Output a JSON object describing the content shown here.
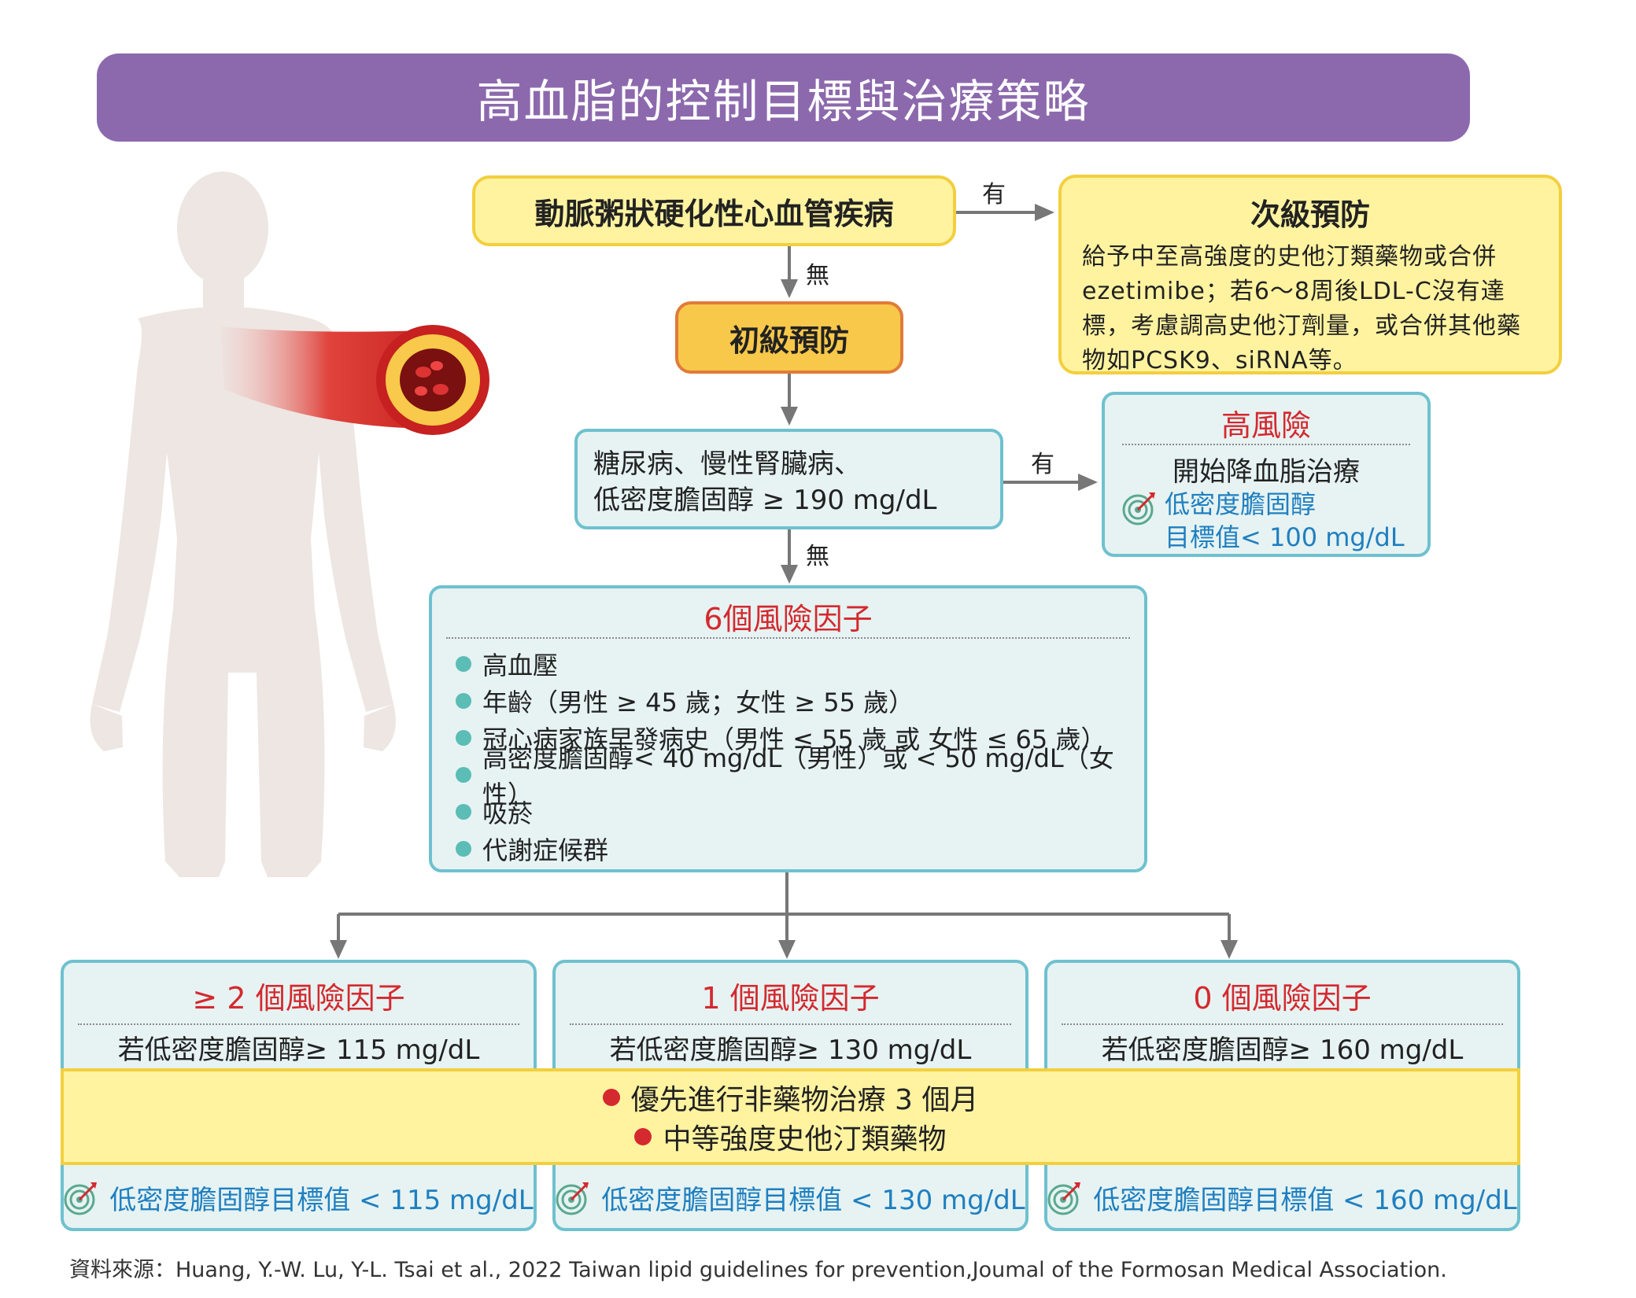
{
  "title": "高血脂的控制目標與治療策略",
  "ascvd_box": "動脈粥狀硬化性心血管疾病",
  "yes_label_1": "有",
  "no_label_1": "無",
  "secondary": {
    "title": "次級預防",
    "text": "給予中至高強度的史他汀類藥物或合併ezetimibe；若6～8周後LDL-C沒有達標，考慮調高史他汀劑量，或合併其他藥物如PCSK9、siRNA等。"
  },
  "primary_box": "初級預防",
  "condition": {
    "line1": "糖尿病、慢性腎臟病、",
    "line2": "低密度膽固醇 ≥ 190 mg/dL"
  },
  "yes_label_2": "有",
  "no_label_2": "無",
  "high_risk": {
    "title": "高風險",
    "action": "開始降血脂治療",
    "goal_line1": "低密度膽固醇",
    "goal_line2": "目標值< 100 mg/dL"
  },
  "risk_factors": {
    "title": "6個風險因子",
    "items": [
      "高血壓",
      "年齡（男性 ≥ 45 歲；女性 ≥ 55 歲）",
      "冠心病家族早發病史（男性 ≤ 55 歲 或 女性 ≤ 65 歲）",
      "高密度膽固醇< 40 mg/dL（男性）或 < 50 mg/dL（女性）",
      "吸菸",
      "代謝症候群"
    ]
  },
  "columns": [
    {
      "title": "≥ 2 個風險因子",
      "condition": "若低密度膽固醇≥ 115 mg/dL",
      "goal": "低密度膽固醇目標值 < 115 mg/dL"
    },
    {
      "title": "1 個風險因子",
      "condition": "若低密度膽固醇≥ 130 mg/dL",
      "goal": "低密度膽固醇目標值 < 130 mg/dL"
    },
    {
      "title": "0 個風險因子",
      "condition": "若低密度膽固醇≥ 160 mg/dL",
      "goal": "低密度膽固醇目標值 < 160 mg/dL"
    }
  ],
  "treatment": {
    "item1": "優先進行非藥物治療 3 個月",
    "item2": "中等強度史他汀類藥物"
  },
  "source": "資料來源：Huang, Y.-W. Lu, Y-L. Tsai et al., 2022 Taiwan lipid guidelines for prevention,Joumal of the Formosan Medical Association."
}
